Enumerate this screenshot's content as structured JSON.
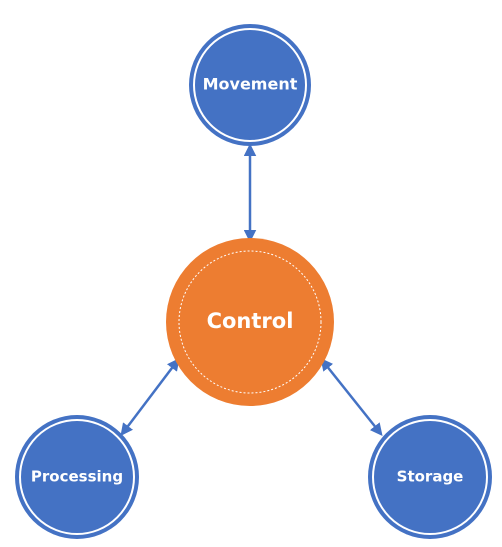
{
  "diagram": {
    "center_node": {
      "label": "Control",
      "color": "#ED7D31"
    },
    "outer_nodes": [
      {
        "label": "Movement",
        "color": "#4472C4"
      },
      {
        "label": "Processing",
        "color": "#4472C4"
      },
      {
        "label": "Storage",
        "color": "#4472C4"
      }
    ],
    "connector_color": "#4472C4",
    "connectors": [
      {
        "from": "Control",
        "to": "Movement",
        "bidirectional": true
      },
      {
        "from": "Control",
        "to": "Processing",
        "bidirectional": true
      },
      {
        "from": "Control",
        "to": "Storage",
        "bidirectional": true
      }
    ]
  }
}
